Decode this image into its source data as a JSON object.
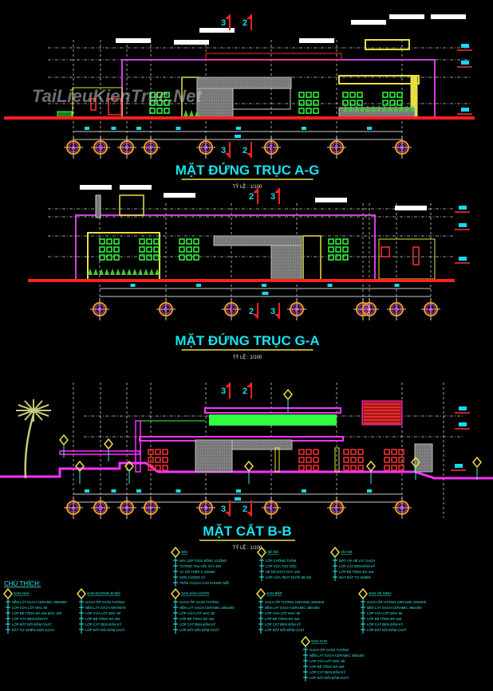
{
  "watermark": "TaiLieuKienTruc.Net",
  "drawings": [
    {
      "title": "MẶT ĐỨNG TRỤC A-G",
      "scale": "TỶ LỆ : 1/100",
      "axes": [
        "A",
        "B",
        "C",
        "C'",
        "D",
        "E",
        "F",
        "G"
      ],
      "section_marks": [
        "3",
        "2"
      ]
    },
    {
      "title": "MẶT ĐỨNG TRỤC G-A",
      "scale": "TỶ LỆ : 1/100",
      "axes": [
        "G",
        "F",
        "E",
        "D",
        "C'",
        "C",
        "B",
        "A"
      ],
      "section_marks": [
        "2",
        "3"
      ]
    },
    {
      "title": "MẶT CẮT B-B",
      "scale": "TỶ LỆ : 1/100",
      "axes": [
        "A",
        "B",
        "C",
        "C'",
        "D",
        "E",
        "F",
        "G"
      ],
      "section_marks": [
        "3",
        "2"
      ]
    }
  ],
  "legend": {
    "title": "CHÚ THÍCH:",
    "blocks": [
      {
        "heading": "MÁI",
        "lines": [
          "MÁI LỢP TOLE SÓNG VUÔNG",
          "TƯỜNG THU HỒI XÂY 200",
          "XÀ GỒ THÉP C 100x50",
          "SƠN CHỐNG GỈ",
          "TRẦN THẠCH CAO KHUNG NỔI"
        ]
      },
      {
        "heading": "SÊ NÔ",
        "lines": [
          "LỚP CHỐNG THẤM",
          "LỚP VỮA TẠO DỐC",
          "SÊ NÔ BTCT DÀY 100",
          "LỚP VỮA TRÁT DƯỚI SÊ NÔ"
        ]
      },
      {
        "heading": "VỈA HÈ",
        "lines": [
          "MẶT VỈA HÈ LÁT GẠCH",
          "LỚP CÁT ĐEN ĐẦM KỸ",
          "LỚP BÊ TÔNG ĐÁ 4x6",
          "MẶT ĐẤT TỰ NHIÊN"
        ]
      },
      {
        "heading": "SÀN NHÀ",
        "lines": [
          "NỀN LÁT GẠCH CERAMIC 600x600",
          "LỚP VỮA LÓT MÁC 50",
          "LỚP BÊ TÔNG ĐÁ 4x6 MÁC 100",
          "LỚP CÁT ĐEN ĐẦM KỸ",
          "LỚP ĐẤT ĐỒI ĐẦM CHẶT",
          "ĐẤT TỰ NHIÊN DỌN SẠCH"
        ]
      },
      {
        "heading": "SÀN ĐƯỜNG ĐI BỘ",
        "lines": [
          "GẠCH ỐP CHÂN TƯỜNG",
          "NỀN LÁT GẠCH GRANITE",
          "LỚP VỮA LÓT MÁC 50",
          "LỚP BÊ TÔNG ĐÁ 4x6",
          "LỚP CÁT ĐEN ĐẦM KỸ",
          "LỚP ĐẤT ĐỒI ĐẦM CHẶT"
        ]
      },
      {
        "heading": "SÀN SÂN VƯỜN",
        "lines": [
          "GẠCH ỐP CHÂN TƯỜNG",
          "NỀN LÁT GẠCH CERAMIC 400x400",
          "LỚP VỮA LÓT MÁC 50",
          "LỚP BÊ TÔNG ĐÁ 4x6",
          "LỚP CÁT ĐEN ĐẦM KỸ",
          "LỚP ĐẤT ĐỒI ĐẦM CHẶT"
        ]
      },
      {
        "heading": "SÀN BẾP",
        "lines": [
          "GẠCH ỐP TƯỜNG CERAMIC 200x300",
          "NỀN LÁT GẠCH CERAMIC 400x400",
          "LỚP VỮA LÓT MÁC 50",
          "LỚP BÊ TÔNG ĐÁ 4x6",
          "LỚP CÁT ĐEN ĐẦM KỸ",
          "LỚP ĐẤT ĐỒI ĐẦM CHẶT"
        ]
      },
      {
        "heading": "SÀN VỆ SINH",
        "lines": [
          "GẠCH ỐP TƯỜNG CERAMIC 200x300",
          "NỀN LÁT GẠCH CERAMIC 400x400",
          "LỚP VỮA LÓT MÁC 50",
          "LỚP BÊ TÔNG ĐÁ 4x6",
          "LỚP CÁT ĐEN ĐẦM KỸ",
          "LỚP ĐẤT ĐỒI ĐẦM CHẶT"
        ]
      },
      {
        "heading": "SÀN KHO",
        "lines": [
          "GẠCH ỐP CHÂN TƯỜNG",
          "NỀN LÁT GẠCH CERAMIC 400x400",
          "LỚP VỮA LÓT MÁC 50",
          "LỚP BÊ TÔNG ĐÁ 4x6",
          "LỚP CÁT ĐEN ĐẦM KỸ",
          "LỚP ĐẤT ĐỒI ĐẦM CHẶT"
        ]
      }
    ]
  }
}
